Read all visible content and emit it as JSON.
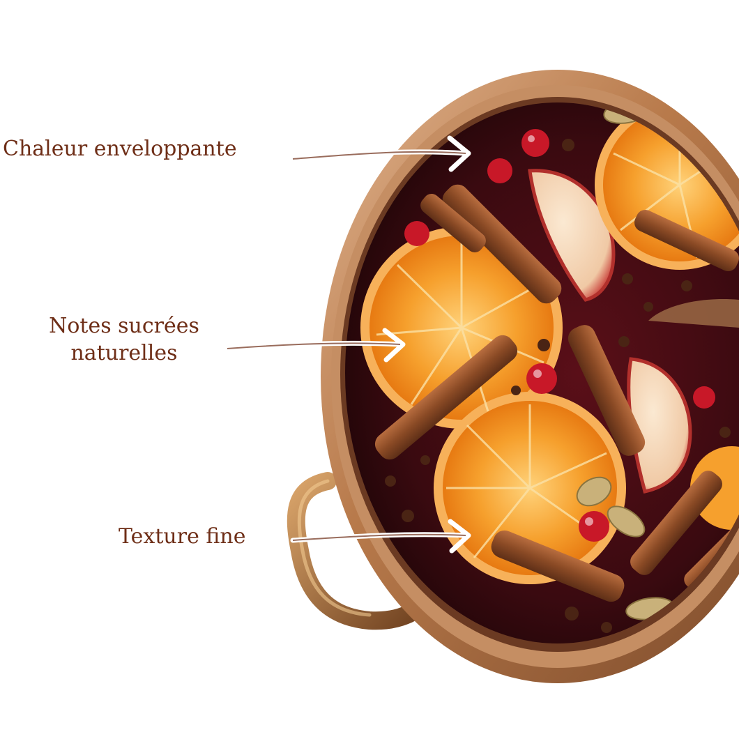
{
  "annotations": [
    {
      "text": "Chaleur enveloppante"
    },
    {
      "text": "Notes sucrées naturelles"
    },
    {
      "text": "Texture fine"
    }
  ],
  "colors": {
    "label": "#6e2e17",
    "arrow": "#ffffff",
    "copper": "#b87a4b",
    "wine": "#3a0a10",
    "orange": "#f28a1a",
    "cinnamon": "#8a4a25"
  },
  "icons": [
    "arrow-icon"
  ]
}
